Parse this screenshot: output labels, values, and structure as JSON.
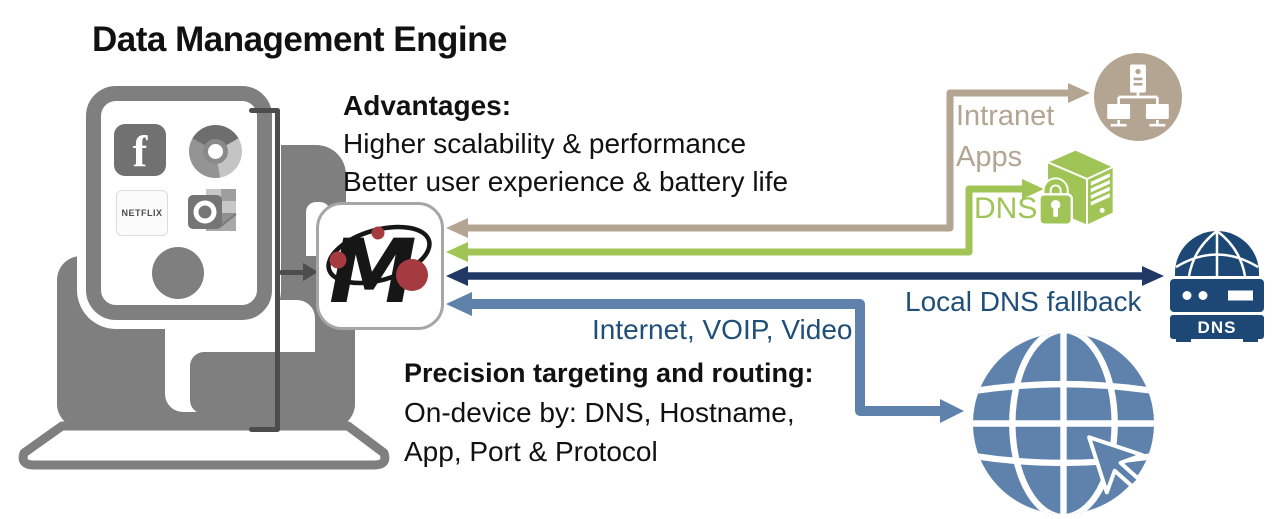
{
  "title": "Data Management Engine",
  "advantages": {
    "heading": "Advantages:",
    "lines": [
      "Higher scalability & performance",
      "Better user experience & battery life"
    ]
  },
  "precision": {
    "heading": "Precision targeting and routing:",
    "lines": [
      "On-device by: DNS, Hostname,",
      "App, Port & Protocol"
    ]
  },
  "flows": {
    "intranet": {
      "label_line1": "Intranet",
      "label_line2": "Apps",
      "color": "#b4a593"
    },
    "dns": {
      "label": "DNS",
      "color": "#a0c455"
    },
    "local_dns": {
      "label": "Local DNS fallback",
      "line_color": "#1f3864",
      "label_color": "#1f4e79"
    },
    "internet": {
      "label": "Internet, VOIP, Video",
      "color": "#5e82ab",
      "label_color": "#1f4e79"
    }
  },
  "engine_logo": {
    "letter": "M",
    "dot_color": "#a53b41"
  },
  "device_apps": [
    "Facebook",
    "Chrome",
    "Netflix",
    "Outlook"
  ],
  "phone": {
    "facebook_letter": "f",
    "netflix_label": "NETFLIX"
  },
  "dns_appliance": {
    "label": "DNS",
    "color": "#1d4876"
  },
  "icons": [
    "intranet-network-icon",
    "secure-dns-server-icon",
    "dns-appliance-icon",
    "internet-globe-icon",
    "facebook-icon",
    "chrome-icon",
    "netflix-icon",
    "outlook-icon",
    "phone-icon",
    "laptop-icon",
    "tablet-icon",
    "engine-logo-icon"
  ],
  "colors": {
    "device_gray": "#7f7f7f",
    "bracket_gray": "#4d4d4d",
    "intranet_tan": "#b4a593",
    "dns_green": "#a0c455",
    "navy_line": "#1f3864",
    "dns_icon_navy": "#1d4876",
    "steel_blue": "#5e82ab",
    "label_navy": "#1f4e79",
    "logo_red": "#a53b41",
    "text": "#111111"
  }
}
